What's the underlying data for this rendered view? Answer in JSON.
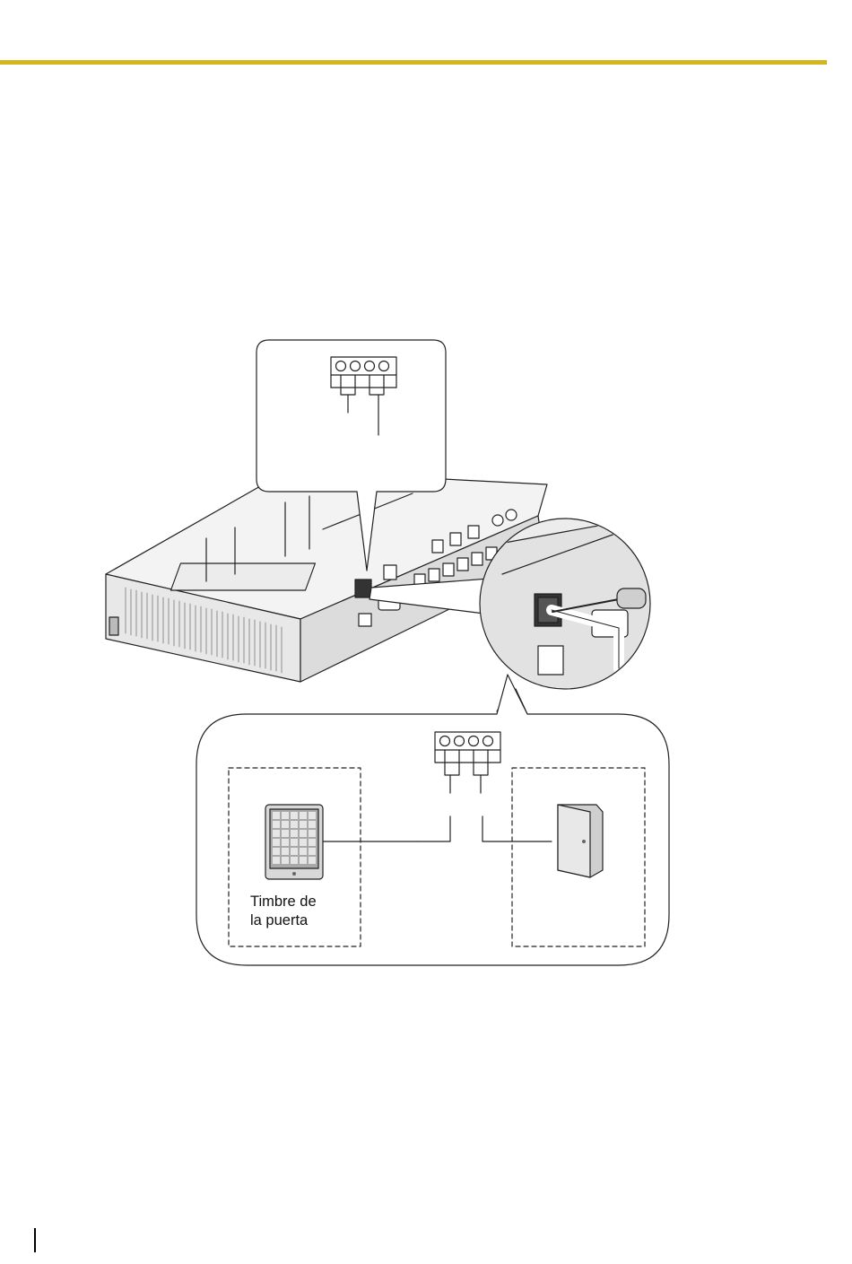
{
  "page": {
    "accent_color": "#d4b51c",
    "figure": {
      "doorbell_label": {
        "line1": "Timbre de",
        "line2": "la puerta"
      },
      "icons": [
        "pbx-unit-illustration",
        "terminal-block-icon",
        "screwdriver-icon",
        "doorbell-icon",
        "door-icon"
      ]
    }
  }
}
